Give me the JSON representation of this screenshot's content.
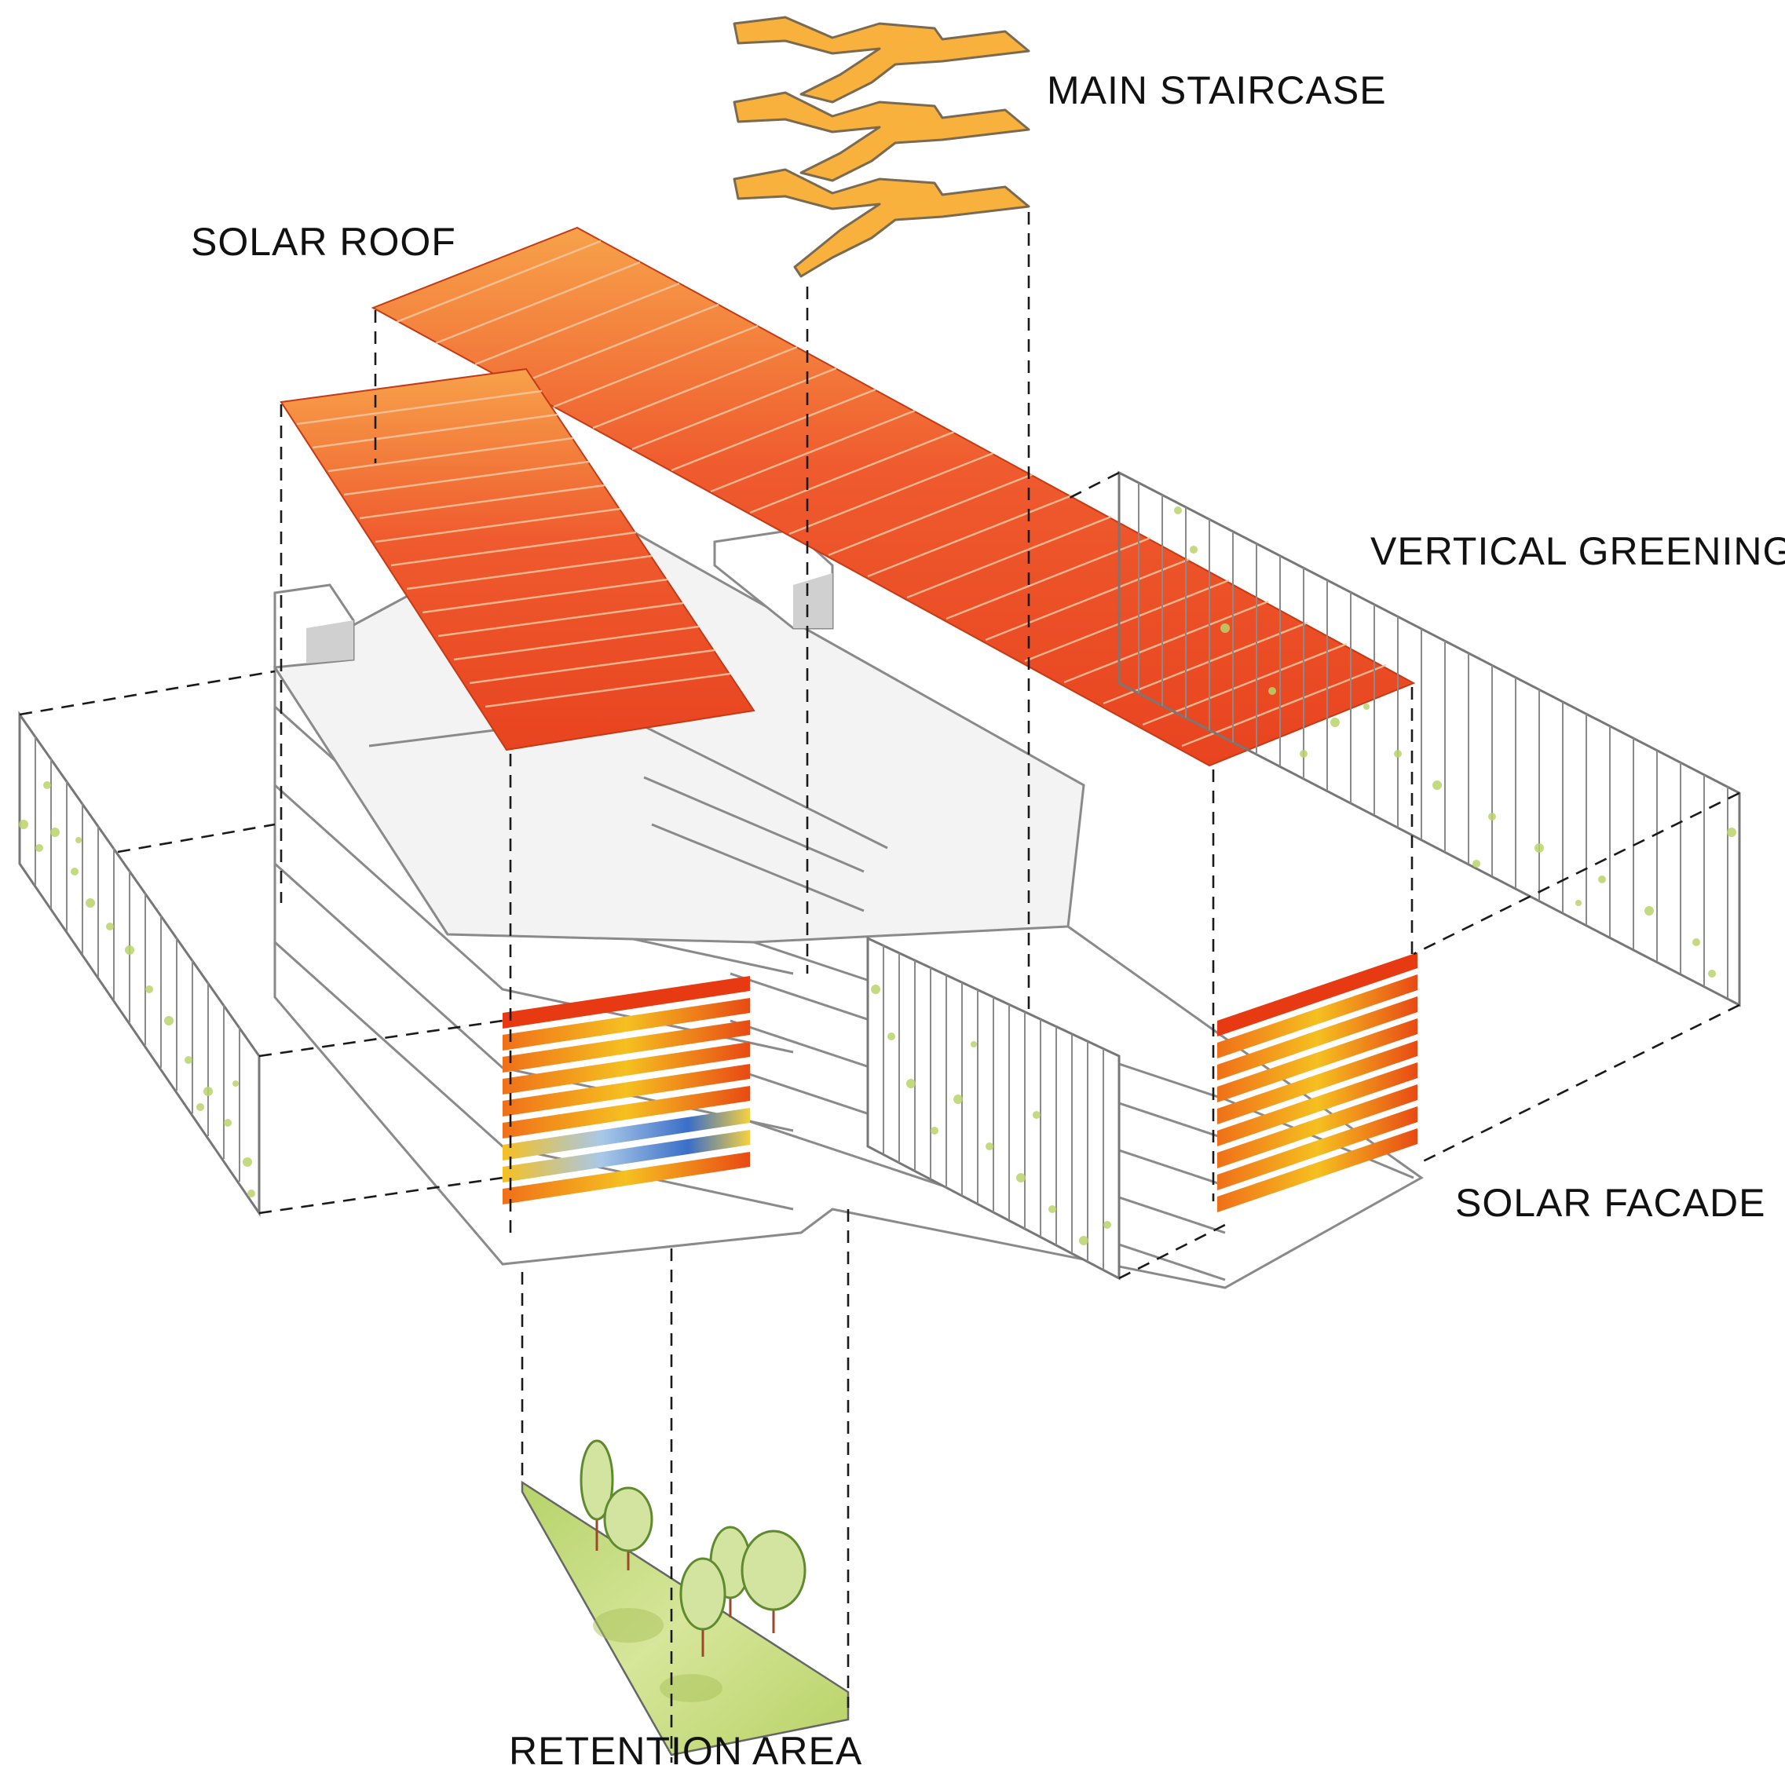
{
  "labels": {
    "main_staircase": "MAIN STAIRCASE",
    "solar_roof": "SOLAR ROOF",
    "vertical_greening": "VERTICAL GREENING",
    "solar_facade": "SOLAR FACADE",
    "retention_area": "RETENTION AREA"
  },
  "colors": {
    "solar_roof": "#ef5a2e",
    "solar_roof_highlight": "#f7a24a",
    "staircase": "#f8b13c",
    "staircase_edge": "#7a6a50",
    "greening_vines": "#b9d46a",
    "retention_ground": "#c9de7a",
    "tree_fill": "#d3e4a0",
    "tree_outline": "#5f8a2e",
    "facade_hot": "#e83a12",
    "facade_warm": "#f5c020",
    "facade_cool": "#3a6fc8",
    "building_outline": "#8a8a8a",
    "dashed_lines": "#1a1a1a"
  }
}
